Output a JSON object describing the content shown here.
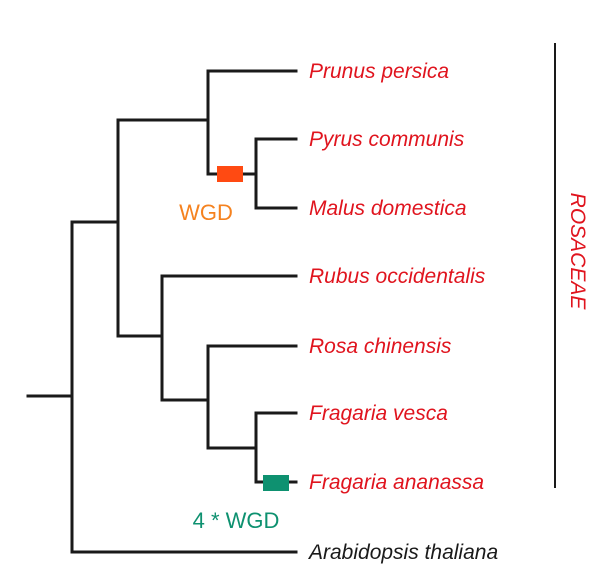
{
  "colors": {
    "branch": "#1a1a1a",
    "rosaceae_text": "#e0141e",
    "outgroup_text": "#1a1a1a",
    "wgd_marker": "#ff4a12",
    "wgd_label": "#f5821f",
    "wgd4_marker": "#0e9170",
    "wgd4_label": "#0e9170"
  },
  "taxa": {
    "prunus": "Prunus persica",
    "pyrus": "Pyrus communis",
    "malus": "Malus domestica",
    "rubus": "Rubus occidentalis",
    "rosa": "Rosa chinensis",
    "fvesca": "Fragaria vesca",
    "fananassa": "Fragaria ananassa",
    "arabidopsis": "Arabidopsis thaliana"
  },
  "events": {
    "wgd": "WGD",
    "wgd4": "4 * WGD"
  },
  "clade": {
    "label": "ROSACEAE"
  }
}
